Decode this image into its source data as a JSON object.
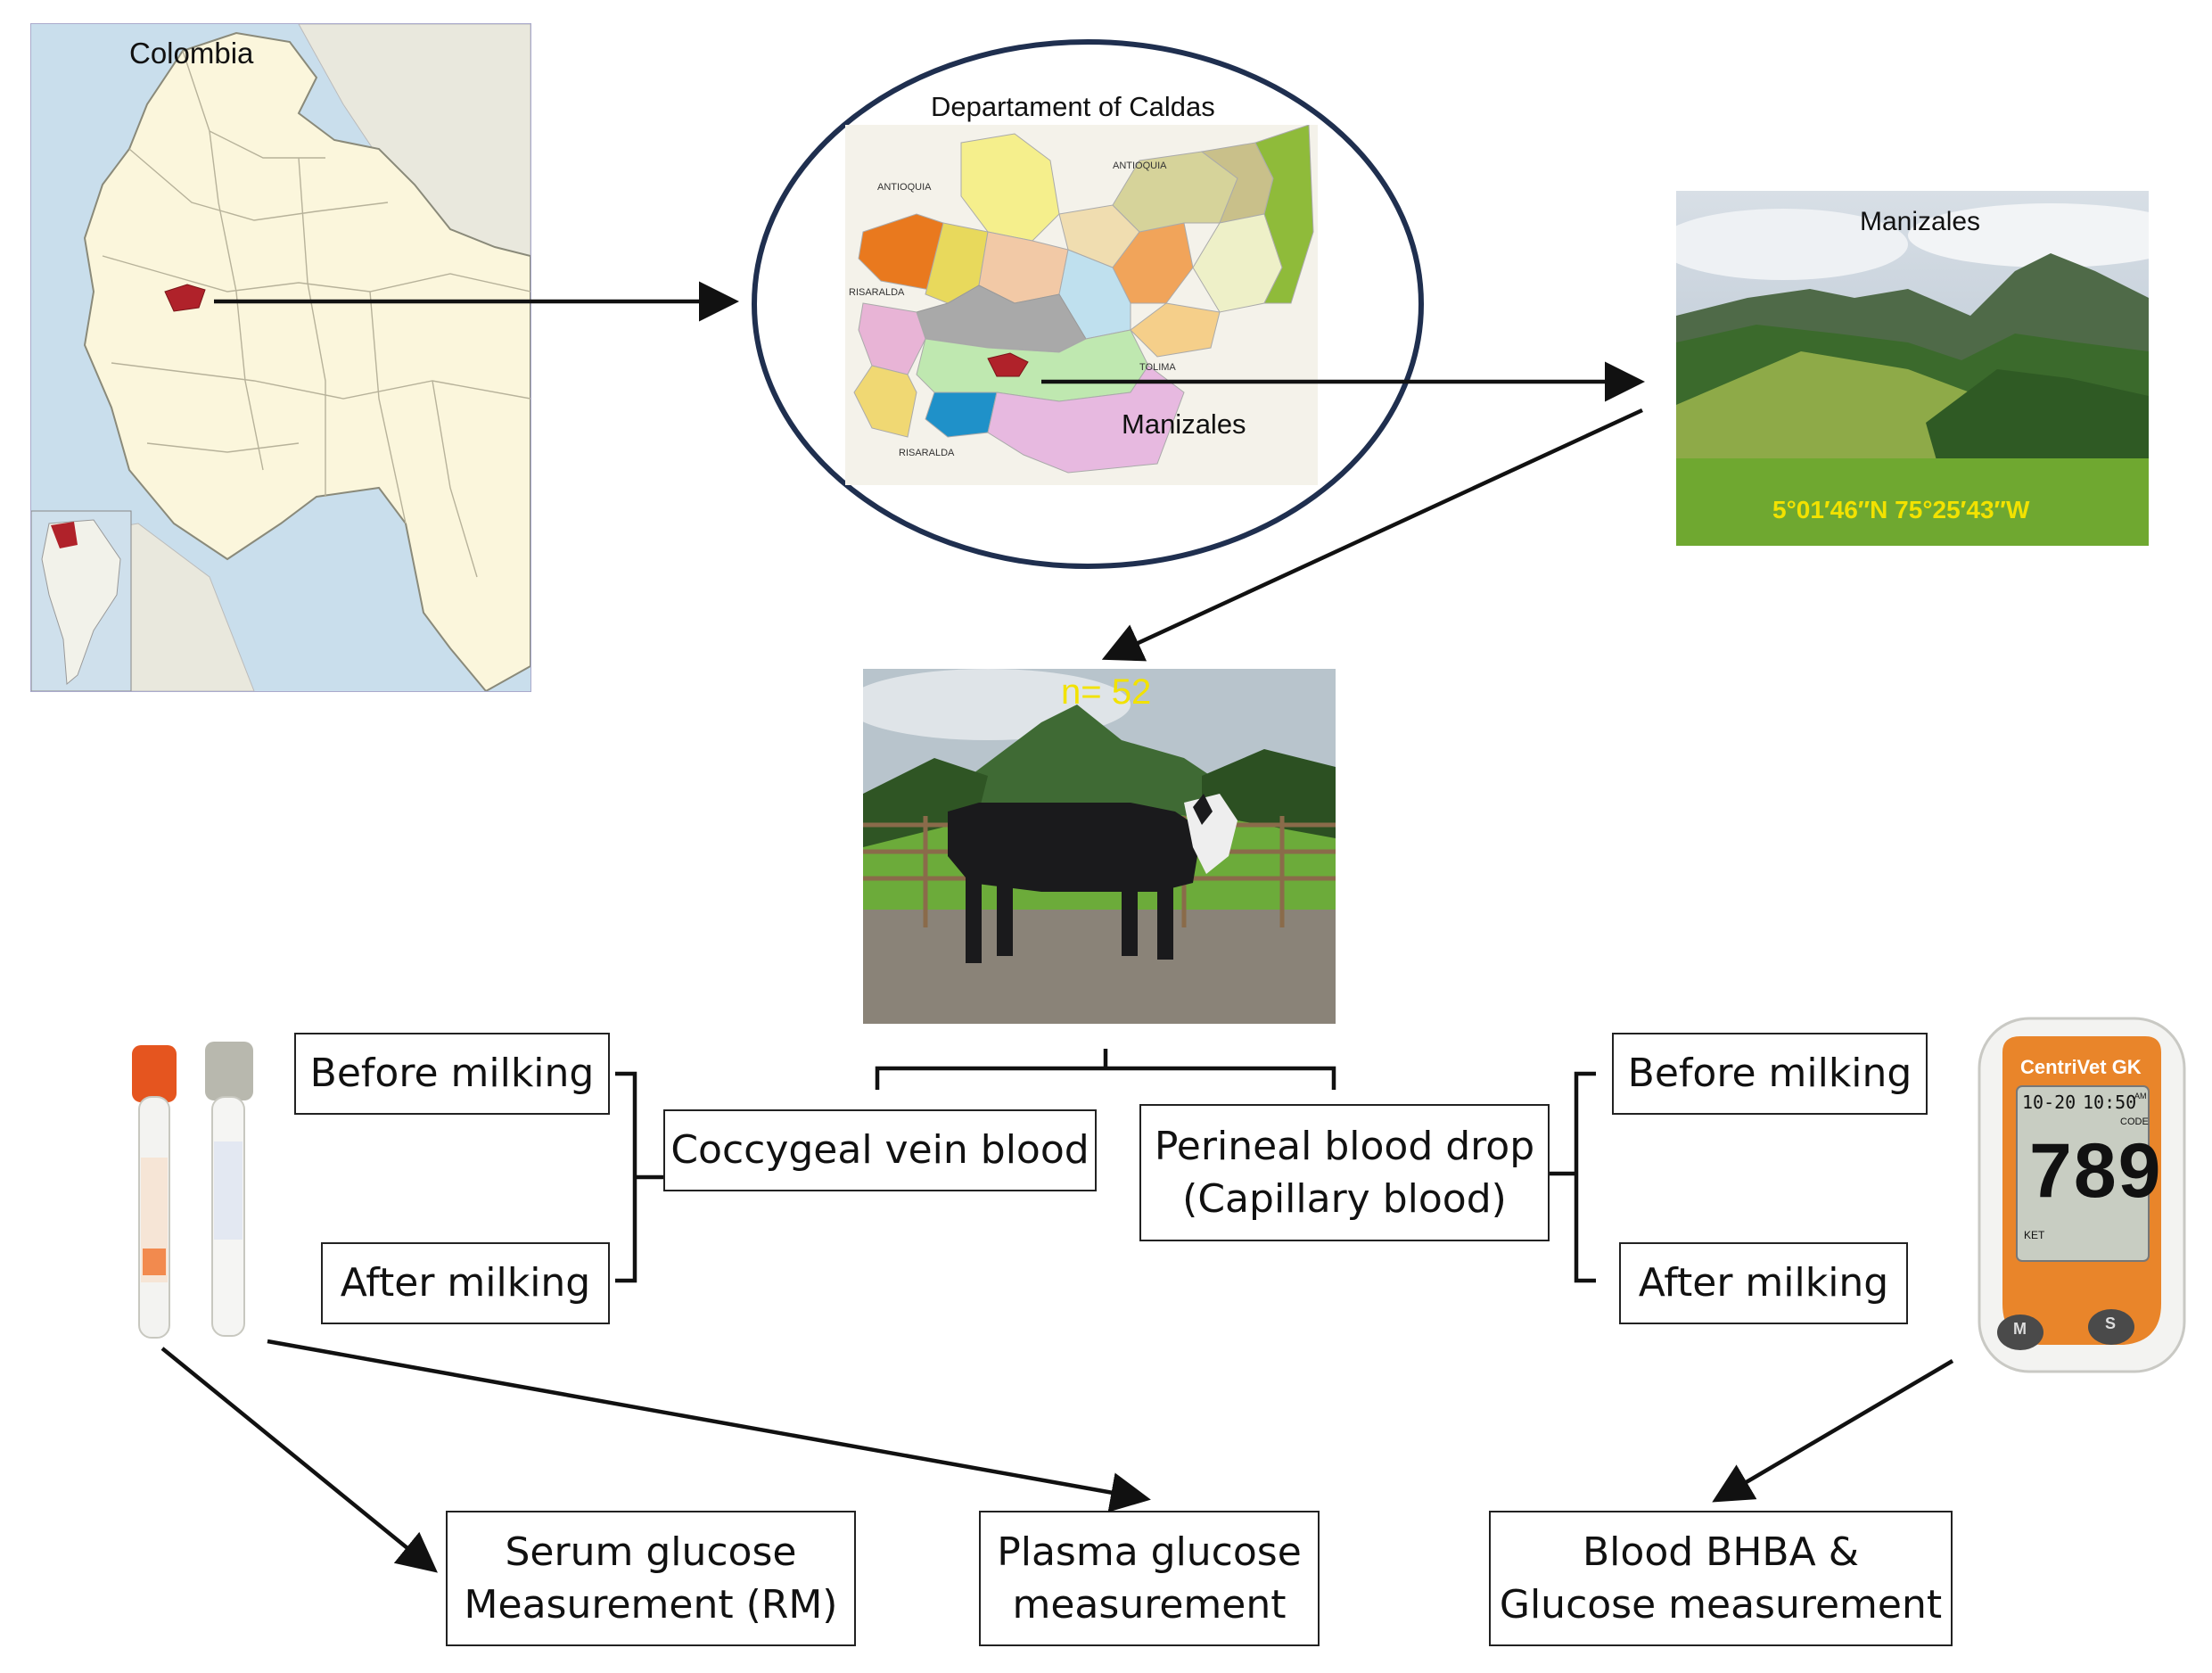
{
  "colombia_map": {
    "title": "Colombia"
  },
  "caldas_map": {
    "title": "Departament of Caldas",
    "city_label": "Manizales",
    "neighbor_labels": [
      "ANTIOQUIA",
      "ANTIOQUIA",
      "RISARALDA",
      "TOLIMA",
      "RISARALDA"
    ]
  },
  "landscape_photo": {
    "title": "Manizales",
    "coordinates": "5°01′46″N 75°25′43″W"
  },
  "cow_photo": {
    "sample_size": "n= 52"
  },
  "sampling": {
    "coccygeal": {
      "label": "Coccygeal vein blood"
    },
    "perineal": {
      "line1": "Perineal blood drop",
      "line2": "(Capillary blood)"
    },
    "left_before": "Before milking",
    "left_after": "After milking",
    "right_before": "Before milking",
    "right_after": "After milking"
  },
  "meter": {
    "brand": "CentriVet GK",
    "reading": "789",
    "time_left": "10-20",
    "time_right": "10:50",
    "am": "AM",
    "code": "CODE",
    "ket": "KET",
    "button_m": "M",
    "button_s": "S"
  },
  "outcomes": {
    "serum": {
      "line1": "Serum glucose",
      "line2": "Measurement (RM)"
    },
    "plasma": {
      "line1": "Plasma glucose",
      "line2": "measurement"
    },
    "bhba": {
      "line1": "Blood BHBA &",
      "line2": "Glucose measurement"
    }
  },
  "colors": {
    "caldas_highlight": "#b0222a",
    "coordinates_text": "#f2e200",
    "sample_size_text": "#f2e200",
    "tube_cap_orange": "#e5551f",
    "tube_cap_grey": "#b8b8ae",
    "meter_orange": "#e9852a"
  }
}
